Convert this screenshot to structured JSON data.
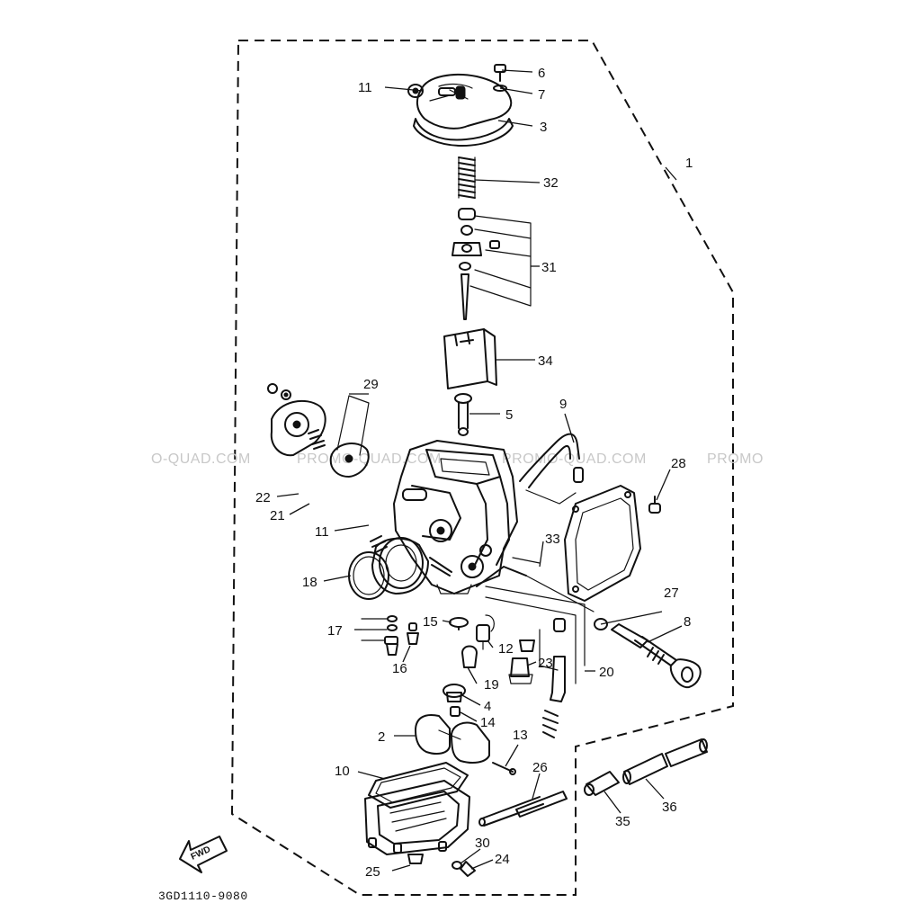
{
  "diagram": {
    "part_labels": [
      "1",
      "2",
      "3",
      "4",
      "5",
      "6",
      "7",
      "8",
      "9",
      "10",
      "11",
      "11",
      "12",
      "13",
      "14",
      "15",
      "16",
      "17",
      "18",
      "19",
      "20",
      "21",
      "22",
      "23",
      "24",
      "25",
      "26",
      "27",
      "28",
      "29",
      "30",
      "31",
      "32",
      "33",
      "34",
      "35",
      "36"
    ],
    "drawing_code": "3GD1110-9080",
    "fwd_label": "FWD",
    "watermark": [
      "O-QUAD.COM",
      "PROMO-QUAD.COM",
      "PROMO-QUAD.COM",
      "PROMO"
    ],
    "colors": {
      "ink": "#111111",
      "watermark": "#c8c8c8",
      "background": "#ffffff"
    }
  }
}
